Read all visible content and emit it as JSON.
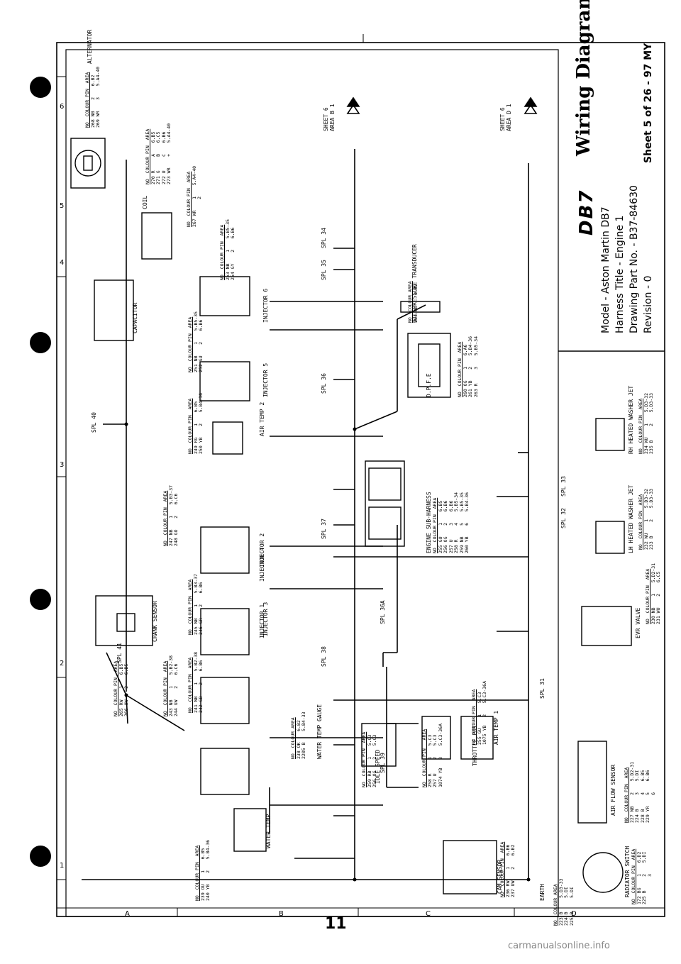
{
  "title_block": {
    "logo_text": "DB7",
    "heading": "Wiring Diagram",
    "model": "Model - Aston Martin DB7",
    "harness": "Harness Title - Engine 1",
    "part_no": "Drawing Part No. - B37-84630",
    "revision": "Revision - 0",
    "sheet": "Sheet 5 of 26 - 97 MY"
  },
  "grid": {
    "columns": [
      "1",
      "2",
      "3",
      "4",
      "5",
      "6"
    ],
    "rows": [
      "A",
      "B",
      "C",
      "D"
    ]
  },
  "page_number": "11",
  "footer": "carmanualsonline.info",
  "offsheet": [
    {
      "text": "SHEET 6",
      "sub": "AREA B 1"
    },
    {
      "text": "SHEET 6",
      "sub": "AREA D 1"
    }
  ],
  "splices": [
    {
      "id": "spl40",
      "label": "SPL 40"
    },
    {
      "id": "spl41",
      "label": "SPL 41"
    },
    {
      "id": "spl39",
      "label": "SPL 39"
    },
    {
      "id": "spl38",
      "label": "SPL 38"
    },
    {
      "id": "spl37",
      "label": "SPL 37"
    },
    {
      "id": "spl36",
      "label": "SPL 36"
    },
    {
      "id": "spl35",
      "label": "SPL 35"
    },
    {
      "id": "spl34",
      "label": "SPL 34"
    },
    {
      "id": "spl36a",
      "label": "SPL 36A"
    },
    {
      "id": "spl31",
      "label": "SPL 31"
    },
    {
      "id": "spl32",
      "label": "SPL 32"
    },
    {
      "id": "spl33",
      "label": "SPL 33"
    }
  ],
  "components": [
    {
      "id": "alternator",
      "label": "ALTERNATOR",
      "table": {
        "header": "NO  COLOUR PIN  AREA",
        "rows": [
          "268 NB    2    6.B2",
          "269 WR    3    5.A4-40"
        ]
      }
    },
    {
      "id": "alt_conn",
      "label": "",
      "table": {
        "header": "NO  COLOUR PIN  AREA",
        "rows": [
          "270 R     A    6.B5",
          "271 G     B    6.C5",
          "272 U     C    6.B6",
          "273 WR    +    5.A4-40"
        ]
      }
    },
    {
      "id": "coil",
      "label": "COIL",
      "table": {
        "header": "NO  COLOUR PIN  AREA",
        "rows": [
          "267 WR    1    5.A4-40",
          "          2"
        ]
      }
    },
    {
      "id": "capacitor",
      "label": "CAPACITOR",
      "table": null
    },
    {
      "id": "crank",
      "label": "CRANK SENSOR",
      "table": {
        "header": "NO  COLOUR PIN  AREA",
        "rows": [
          "265 RW    1    6.B5",
          "266 UW    2    6.B5"
        ]
      }
    },
    {
      "id": "water_temp",
      "label": "WATER TEMP",
      "table": {
        "header": "NO  COLOUR PIN  AREA",
        "rows": [
          "239 OU    1    6.B5",
          "240 YB    2    5.B4-36"
        ]
      }
    },
    {
      "id": "injector1",
      "label": "INJECTOR 1",
      "table": {
        "header": "NO  COLOUR PIN  AREA",
        "rows": [
          "241 NB    1    5.B2-38",
          "242 GB    2    6.B6"
        ]
      }
    },
    {
      "id": "injector2",
      "label": "INJECTOR 2",
      "table": {
        "header": "NO  COLOUR PIN  AREA",
        "rows": [
          "243 NB    1    5.B2-38",
          "244 GW    2    6.C6"
        ]
      }
    },
    {
      "id": "injector3",
      "label": "INJECTOR 3",
      "table": {
        "header": "NO  COLOUR PIN  AREA",
        "rows": [
          "245 NB    1    5.B3-37",
          "246 GR    2    6.B6"
        ]
      }
    },
    {
      "id": "injector4",
      "label": "INJECTOR 4",
      "table": {
        "header": "NO  COLOUR PIN  AREA",
        "rows": [
          "247 NB    1    5.B3-37",
          "248 GO    2    6.C6"
        ]
      }
    },
    {
      "id": "air_temp2",
      "label": "AIR TEMP 2",
      "table": {
        "header": "NO  COLOUR PIN  AREA",
        "rows": [
          "249 RG    1    6.B5",
          "250 YB    2    5.B4-36"
        ]
      }
    },
    {
      "id": "injector5",
      "label": "INJECTOR 5",
      "table": {
        "header": "NO  COLOUR PIN  AREA",
        "rows": [
          "251 NB    1    5.B5-35",
          "252 GU    2    6.B6"
        ]
      }
    },
    {
      "id": "injector6",
      "label": "INJECTOR 6",
      "table": {
        "header": "NO  COLOUR PIN  AREA",
        "rows": [
          "253 NB    1    5.B5-35",
          "254 GY    2    6.B6"
        ]
      }
    },
    {
      "id": "water_gauge",
      "label": "WATER TEMP GAUGE",
      "table": {
        "header": "NO  COLOUR AREA",
        "rows": [
          "238 OK    6.B2",
          "2205 B    5.B4-33"
        ]
      }
    },
    {
      "id": "idle_speed",
      "label": "IDLE SPEED",
      "table": {
        "header": "NO  COLOUR PIN  AREA",
        "rows": [
          "259 RB    1    5.C3",
          "256 OG    2    5.C3"
        ]
      }
    },
    {
      "id": "throttle",
      "label": "THROTTLE POT",
      "table": {
        "header": "NO  COLOUR PIN   AREA",
        "rows": [
          "258 R     1    5.C3",
          "257 U     2    5.C3",
          "1074 YB   3    5.C3-36A"
        ]
      }
    },
    {
      "id": "air_temp1",
      "label": "AIR TEMP 1",
      "table": {
        "header": "NO  COLOUR PIN  AREA",
        "rows": [
          "255 GU    1    5.C3",
          "1075 YB   2    5.C3-36A"
        ]
      }
    },
    {
      "id": "engine_sub",
      "label": "ENGINE SUB-HARNESS",
      "table": {
        "header": "NO  COLOUR PIN  AREA",
        "rows": [
          "255 GU    1    6.B5",
          "256 OG    2    6.B6",
          "257 U     3    6.B6",
          "258 R     4    5.B5-34",
          "259 NB    5    5.B5-35",
          "260 YB    6    5.B4-36"
        ]
      }
    },
    {
      "id": "oil_press",
      "label": "OIL PRESSURE TRANSDUCER",
      "table": {
        "header": "NO  COLOUR AREA",
        "rows": [
          "264 OB    6.B2"
        ]
      }
    },
    {
      "id": "dpfe",
      "label": "D.P.F.E",
      "table": {
        "header": "NO  COLOUR PIN  AREA",
        "rows": [
          "260 OG    1    6.A6",
          "261 YB    2    5.B4-36",
          "263 R     3    5.B5-34"
        ]
      }
    },
    {
      "id": "cam_sensor",
      "label": "CAM SENSOR",
      "table": {
        "header": "NO  COLOUR PIN  AREA",
        "rows": [
          "236 RW    1    6.B6",
          "237 UW    2    6.B2"
        ]
      }
    },
    {
      "id": "air_flow",
      "label": "AIR FLOW SENSOR",
      "table": {
        "header": "NO  COLOUR PIN  AREA",
        "rows": [
          "227 NB    2    5.D2-31",
          "224 B     3    5.DI",
          "228 B     4    6.B5",
          "229 YR    5    6.B6",
          "          6"
        ]
      }
    },
    {
      "id": "egr",
      "label": "EVR VALVE",
      "table": {
        "header": "NO  COLOUR PIN  AREA",
        "rows": [
          "230 NB    1    5.D2-31",
          "231 WU    2    6.C5"
        ]
      }
    },
    {
      "id": "lh_washer",
      "label": "LH HEATED WASHER JET",
      "table": {
        "header": "NO  COLOUR PIN  AREA",
        "rows": [
          "232 WU    1    5.D3-32",
          "233 B     2    5.D3-33"
        ]
      }
    },
    {
      "id": "rh_washer",
      "label": "RH HEATED WASHER JET",
      "table": {
        "header": "NO  COLOUR PIN  AREA",
        "rows": [
          "234 WU    1    5.D3-32",
          "235 B     2    5.D3-33"
        ]
      }
    },
    {
      "id": "earth",
      "label": "EARTH",
      "table": {
        "header": "NO  COLOUR AREA",
        "rows": [
          "223 B     5.D3-33",
          "224 B     5.DI",
          "225 B     5.DI"
        ]
      }
    },
    {
      "id": "radiator",
      "label": "RADIATOR SWITCH",
      "table": {
        "header": "NO  COLOUR PIN  AREA",
        "rows": [
          "172 BG    1    6.D2",
          "225 B     2    5.DI",
          "          3"
        ]
      }
    }
  ]
}
